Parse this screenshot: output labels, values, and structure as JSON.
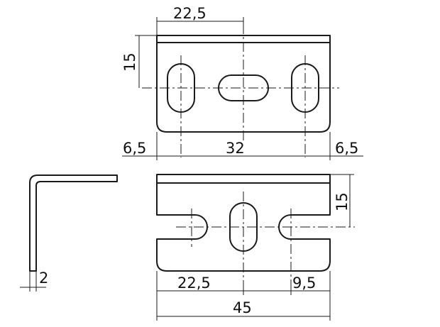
{
  "dimensions": {
    "top_width_half": "22,5",
    "top_height": "15",
    "left_margin": "6,5",
    "slot_spacing": "32",
    "right_margin": "6,5",
    "bottom_height": "15",
    "thickness": "2",
    "bottom_half": "22,5",
    "notch_offset": "9,5",
    "total_width": "45"
  },
  "colors": {
    "line": "#1a1a1a",
    "background": "#ffffff"
  }
}
